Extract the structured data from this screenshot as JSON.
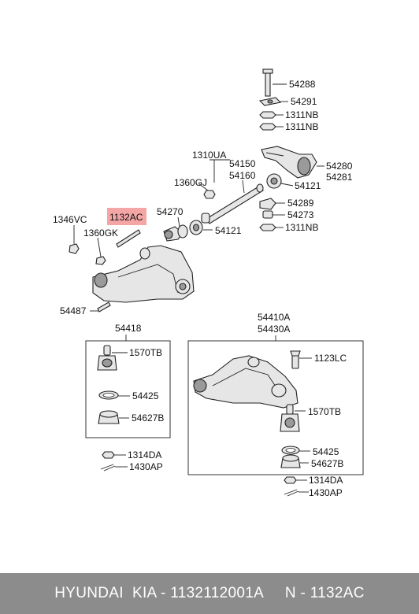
{
  "highlight_color": "#f4a6a6",
  "footer": {
    "text": "HYUNDAI  KIA - 1132112001A     N - 1132AC"
  },
  "labels": {
    "p54288": "54288",
    "p54291": "54291",
    "p1311nb_a": "1311NB",
    "p1311nb_b": "1311NB",
    "p1310ua": "1310UA",
    "p54150": "54150",
    "p54160": "54160",
    "p54280": "54280",
    "p54281": "54281",
    "p54121_a": "54121",
    "p1360gj": "1360GJ",
    "p54289": "54289",
    "p54273": "54273",
    "p1311nb_c": "1311NB",
    "p54270": "54270",
    "p54121_b": "54121",
    "p1346vc": "1346VC",
    "p1132ac": "1132AC",
    "p1360gk": "1360GK",
    "p54487": "54487",
    "p54418": "54418",
    "p54410a": "54410A",
    "p54430a": "54430A",
    "p1570tb_a": "1570TB",
    "p54425_a": "54425",
    "p54627b_a": "54627B",
    "p1123lc": "1123LC",
    "p1570tb_b": "1570TB",
    "p54425_b": "54425",
    "p54627b_b": "54627B",
    "p1314da_a": "1314DA",
    "p1430ap_a": "1430AP",
    "p1314da_b": "1314DA",
    "p1430ap_b": "1430AP"
  }
}
